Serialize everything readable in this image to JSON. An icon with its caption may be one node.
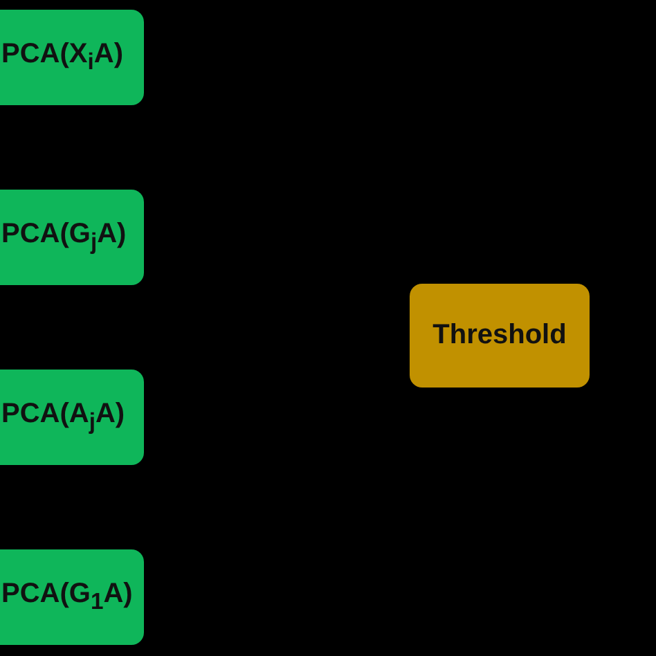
{
  "diagram": {
    "nodes": [
      {
        "text": [
          "PCA(X$_{i}$A)"
        ]
      },
      {
        "text": [
          "PCA(G$_{j}$A)"
        ]
      },
      {
        "text": [
          "PCA(A$_{j}$A)"
        ]
      },
      {
        "text": [
          "PCA(G$_{1}$A)"
        ]
      },
      {
        "text": [
          "Threshold"
        ]
      }
    ]
  }
}
